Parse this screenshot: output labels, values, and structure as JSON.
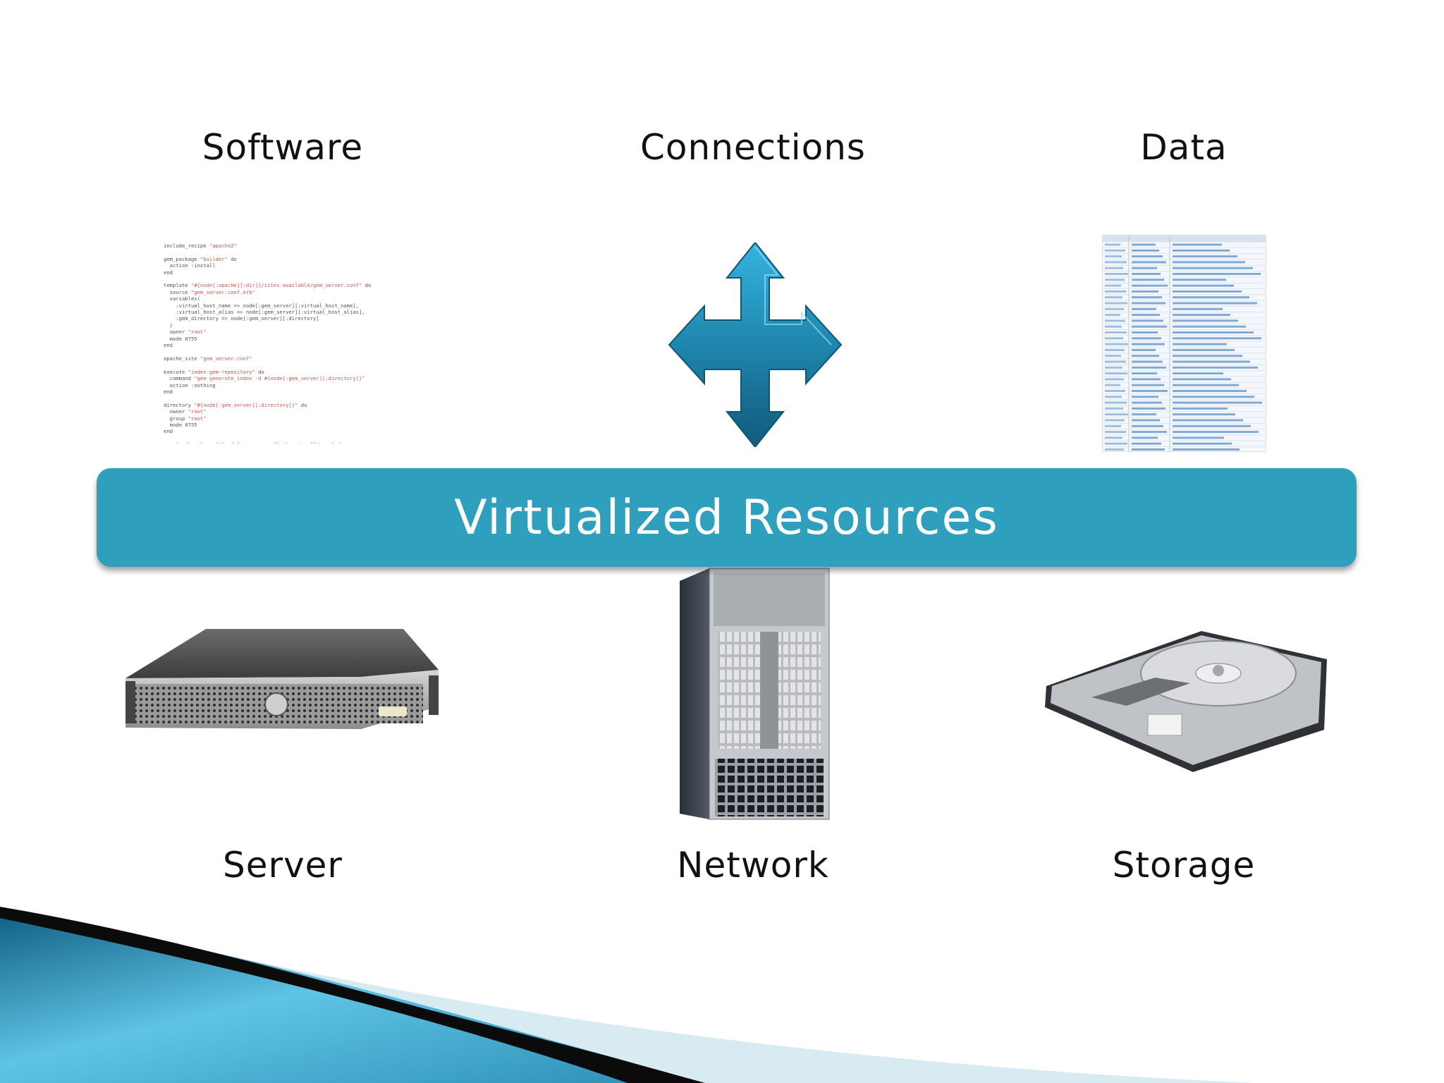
{
  "labels": {
    "software": "Software",
    "connections": "Connections",
    "data": "Data",
    "server": "Server",
    "network": "Network",
    "storage": "Storage"
  },
  "banner": {
    "title": "Virtualized Resources"
  },
  "colors": {
    "banner": "#2e9fbd",
    "arrow_light": "#34b4e0",
    "arrow_dark": "#125a7c",
    "swoosh_light": "#5fc4e4",
    "swoosh_dark": "#0f5e82",
    "code_string": "#c0392b"
  },
  "icons": {
    "software": "code-snippet-image",
    "connections": "four-way-arrow-icon",
    "data": "spreadsheet-table-image",
    "server": "rack-server-image",
    "network": "network-switch-chassis-image",
    "storage": "hard-disk-drive-image"
  }
}
